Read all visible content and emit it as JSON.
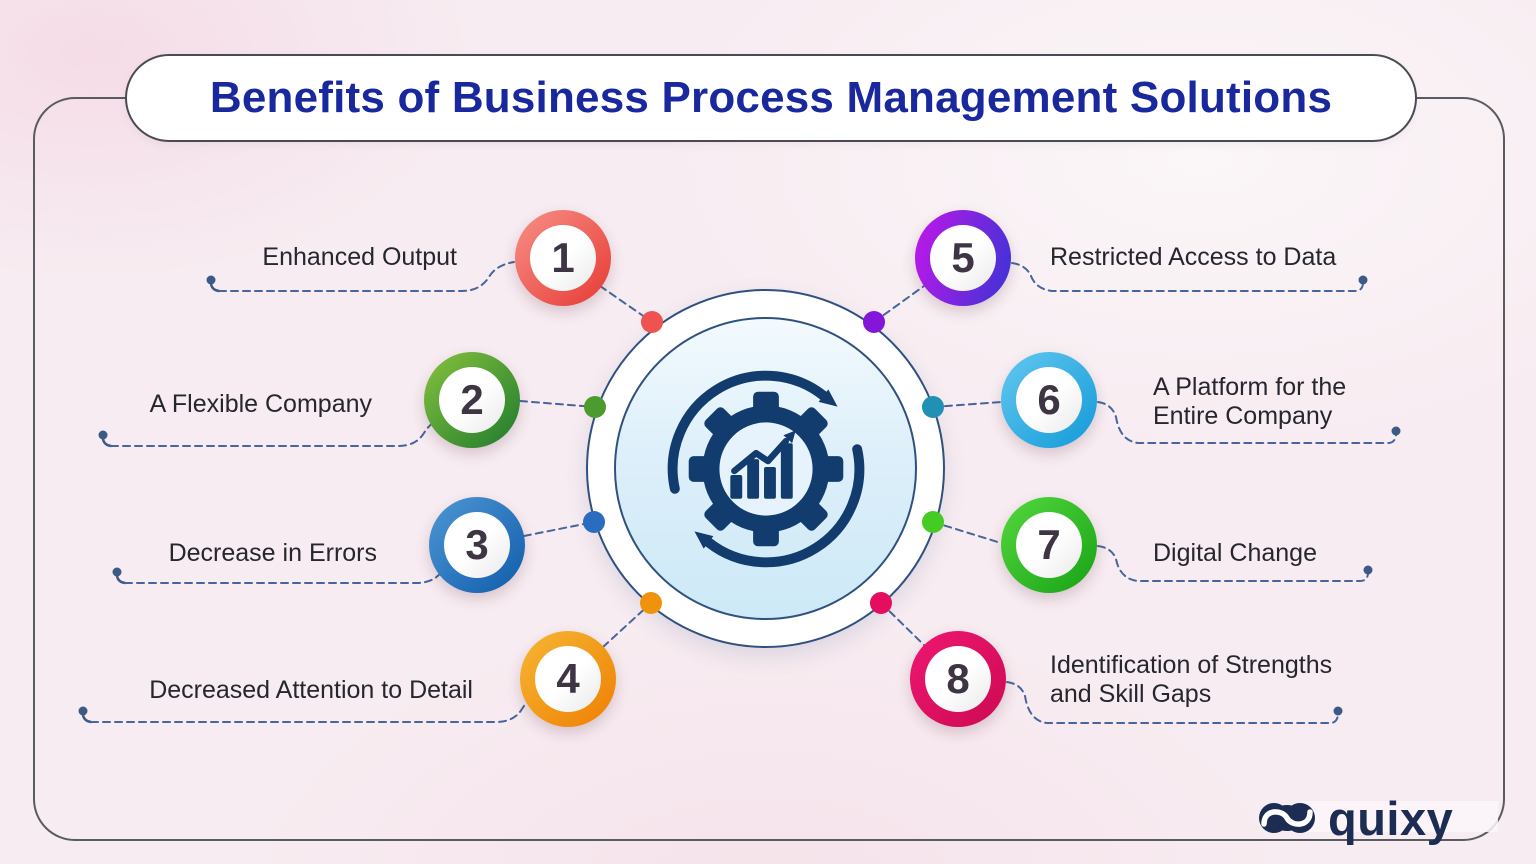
{
  "title": "Benefits of Business Process Management Solutions",
  "colors": {
    "title_text": "#19299d",
    "frame_border": "#5a5a62",
    "dashed_line": "#46659b",
    "icon_navy": "#123c6e",
    "label_text": "#26262e",
    "number_text": "#3e3444",
    "background": "#f7ecf1",
    "logo_navy": "#1d2c52"
  },
  "center": {
    "icon": "gear-analytics-cycle-icon"
  },
  "items": [
    {
      "number": "1",
      "label": "Enhanced Output",
      "side": "left",
      "ring_from": "#f79088",
      "ring_to": "#e63a33",
      "dot_color": "#ef5350"
    },
    {
      "number": "2",
      "label": "A Flexible Company",
      "side": "left",
      "ring_from": "#86c23e",
      "ring_to": "#1f7a2d",
      "dot_color": "#4c9b2f"
    },
    {
      "number": "3",
      "label": "Decrease in Errors",
      "side": "left",
      "ring_from": "#4f97d4",
      "ring_to": "#0f5caa",
      "dot_color": "#2a6cc0"
    },
    {
      "number": "4",
      "label": "Decreased Attention to Detail",
      "side": "left",
      "ring_from": "#f6b733",
      "ring_to": "#ee7f04",
      "dot_color": "#f0930c"
    },
    {
      "number": "5",
      "label": "Restricted Access to Data",
      "side": "right",
      "ring_from": "#c217ea",
      "ring_to": "#3934d4",
      "dot_color": "#8316d9"
    },
    {
      "number": "6",
      "label": "A Platform for the\nEntire Company",
      "side": "right",
      "ring_from": "#63c8f0",
      "ring_to": "#129ad8",
      "dot_color": "#2090b5"
    },
    {
      "number": "7",
      "label": "Digital Change",
      "side": "right",
      "ring_from": "#55d83f",
      "ring_to": "#17a214",
      "dot_color": "#44cc22"
    },
    {
      "number": "8",
      "label": "Identification of Strengths\nand Skill Gaps",
      "side": "right",
      "ring_from": "#ef1771",
      "ring_to": "#cc0a52",
      "dot_color": "#e50d5e"
    }
  ],
  "logo": {
    "text": "quixy"
  }
}
